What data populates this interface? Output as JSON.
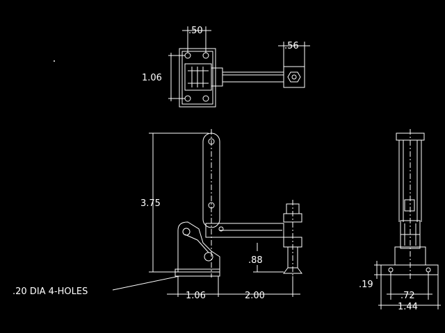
{
  "drawing": {
    "background": "#000000",
    "line_color": "#ffffff",
    "dimensions": {
      "top_width": ".50",
      "top_height": "1.06",
      "top_nut": ".56",
      "overall_height": "3.75",
      "spindle_travel": ".88",
      "base_depth": "1.06",
      "reach": "2.00",
      "base_thickness": ".19",
      "side_hole_spacing": ".72",
      "side_width": "1.44"
    },
    "note": ".20 DIA 4-HOLES"
  }
}
